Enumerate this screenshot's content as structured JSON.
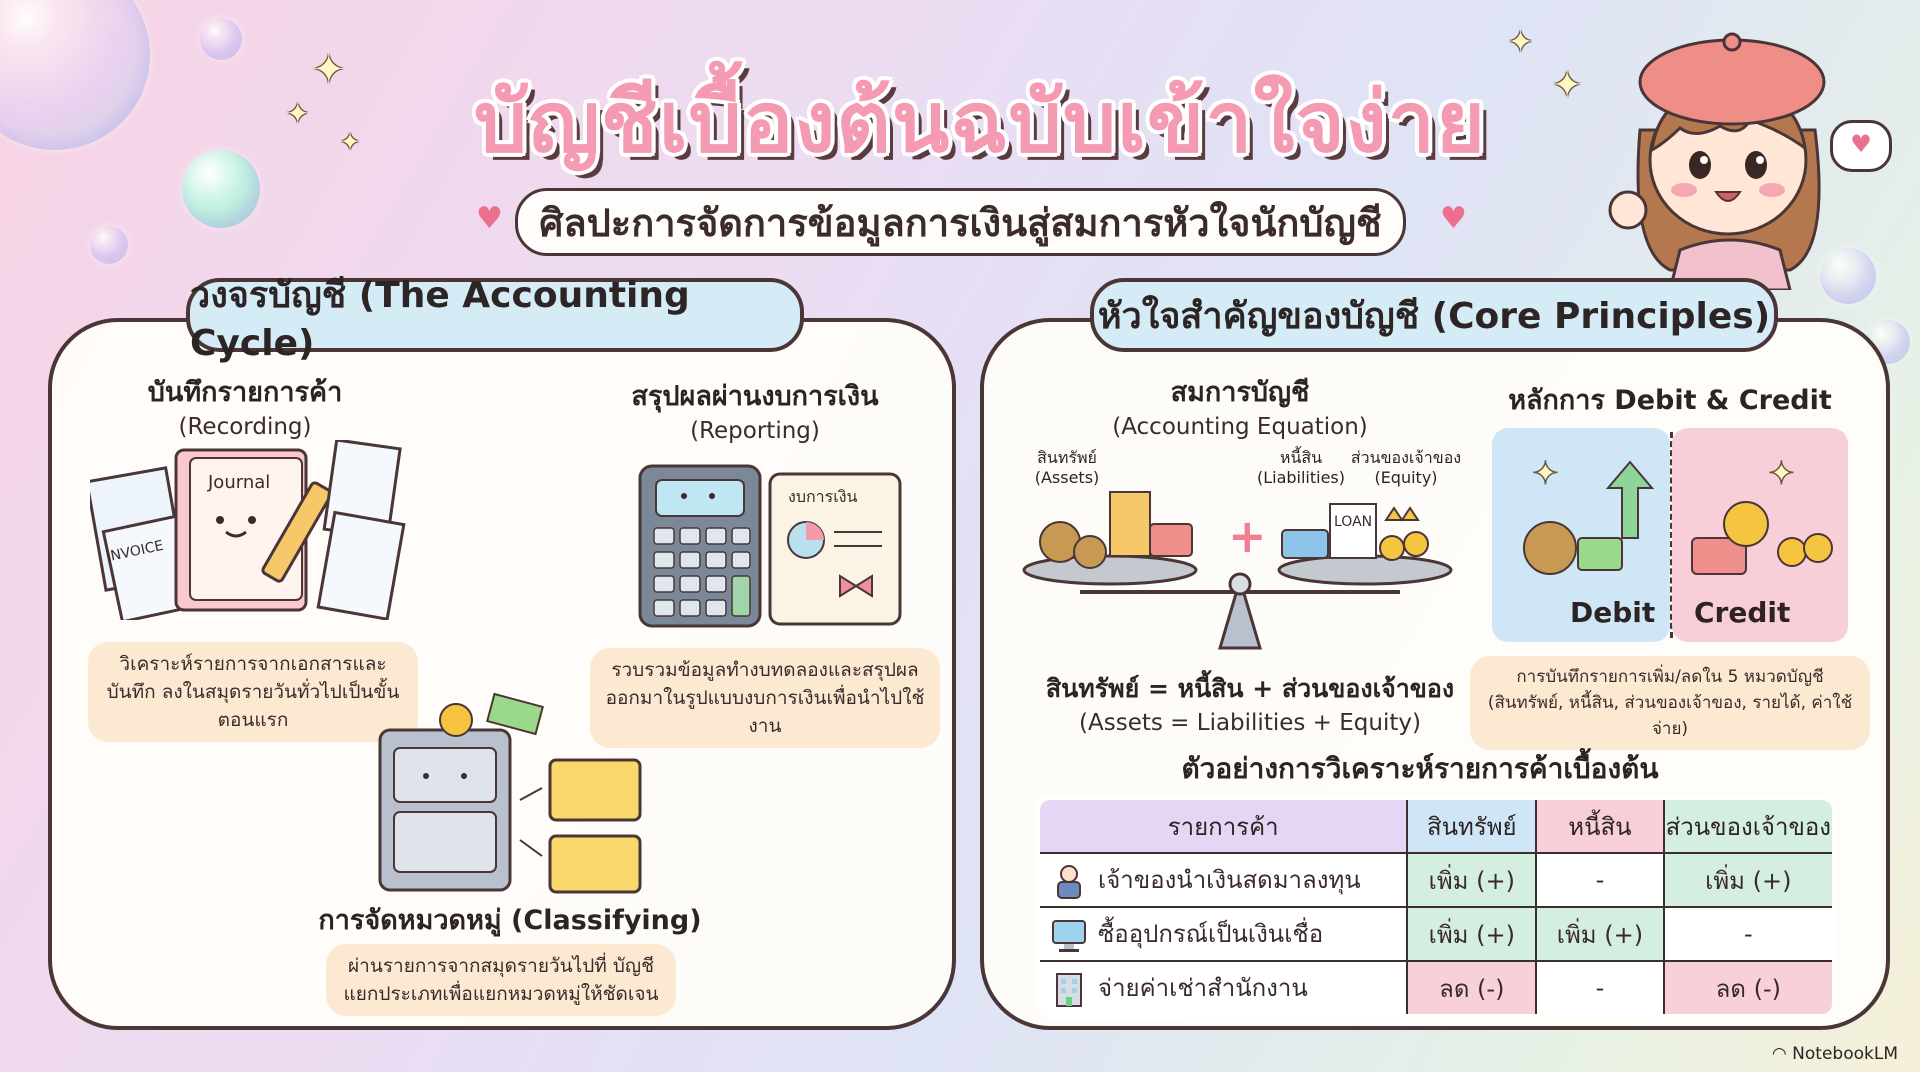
{
  "title": "บัญชีเบื้องต้นฉบับเข้าใจง่าย",
  "subtitle": "ศิลปะการจัดการข้อมูลการเงินสู่สมการหัวใจนักบัญชี",
  "cycle": {
    "heading": "วงจรบัญชี (The Accounting Cycle)",
    "recording": {
      "title": "บันทึกรายการค้า",
      "sub": "(Recording)",
      "desc": "วิเคราะห์รายการจากเอกสารและบันทึก ลงในสมุดรายวันทั่วไปเป็นขั้นตอนแรก",
      "journal_label": "Journal",
      "invoice_label": "INVOICE"
    },
    "reporting": {
      "title": "สรุปผลผ่านงบการเงิน",
      "sub": "(Reporting)",
      "desc": "รวบรวมข้อมูลทำงบทดลองและสรุปผล ออกมาในรูปแบบงบการเงินเพื่อนำไปใช้งาน",
      "statement_label": "งบการเงิน"
    },
    "classifying": {
      "title": "การจัดหมวดหมู่ (Classifying)",
      "desc": "ผ่านรายการจากสมุดรายวันไปที่ บัญชีแยกประเภทเพื่อแยกหมวดหมู่ให้ชัดเจน"
    }
  },
  "principles": {
    "heading": "หัวใจสำคัญของบัญชี (Core Principles)",
    "equation": {
      "title": "สมการบัญชี",
      "sub": "(Accounting Equation)",
      "assets_label": "สินทรัพย์",
      "assets_en": "(Assets)",
      "liabilities_label": "หนี้สิน",
      "liabilities_en": "(Liabilities)",
      "equity_label": "ส่วนของเจ้าของ",
      "equity_en": "(Equity)",
      "loan_label": "LOAN",
      "formula_th": "สินทรัพย์ = หนี้สิน + ส่วนของเจ้าของ",
      "formula_en": "(Assets = Liabilities + Equity)"
    },
    "debit_credit": {
      "title": "หลักการ Debit & Credit",
      "debit": "Debit",
      "credit": "Credit",
      "desc": "การบันทึกรายการเพิ่ม/ลดใน 5 หมวดบัญชี (สินทรัพย์, หนี้สิน, ส่วนของเจ้าของ, รายได้, ค่าใช้จ่าย)"
    },
    "example": {
      "title": "ตัวอย่างการวิเคราะห์รายการค้าเบื้องต้น",
      "headers": [
        "รายการค้า",
        "สินทรัพย์",
        "หนี้สิน",
        "ส่วนของเจ้าของ"
      ],
      "rows": [
        {
          "icon": "businessman-icon",
          "name": "เจ้าของนำเงินสดมาลงทุน",
          "assets": "เพิ่ม (+)",
          "liabilities": "-",
          "equity": "เพิ่ม (+)"
        },
        {
          "icon": "computer-icon",
          "name": "ซื้ออุปกรณ์เป็นเงินเชื่อ",
          "assets": "เพิ่ม (+)",
          "liabilities": "เพิ่ม (+)",
          "equity": "-"
        },
        {
          "icon": "office-building-icon",
          "name": "จ่ายค่าเช่าสำนักงาน",
          "assets": "ลด (-)",
          "liabilities": "-",
          "equity": "ลด (-)"
        }
      ]
    }
  },
  "brand": "NotebookLM",
  "colors": {
    "title_pink": "#f49ab3",
    "header_blue": "#d5ecf6",
    "increase_green": "#d4efe0",
    "decrease_pink": "#f8d0d8",
    "debit_blue": "#cfe6f6",
    "credit_pink": "#f8cfd8"
  }
}
